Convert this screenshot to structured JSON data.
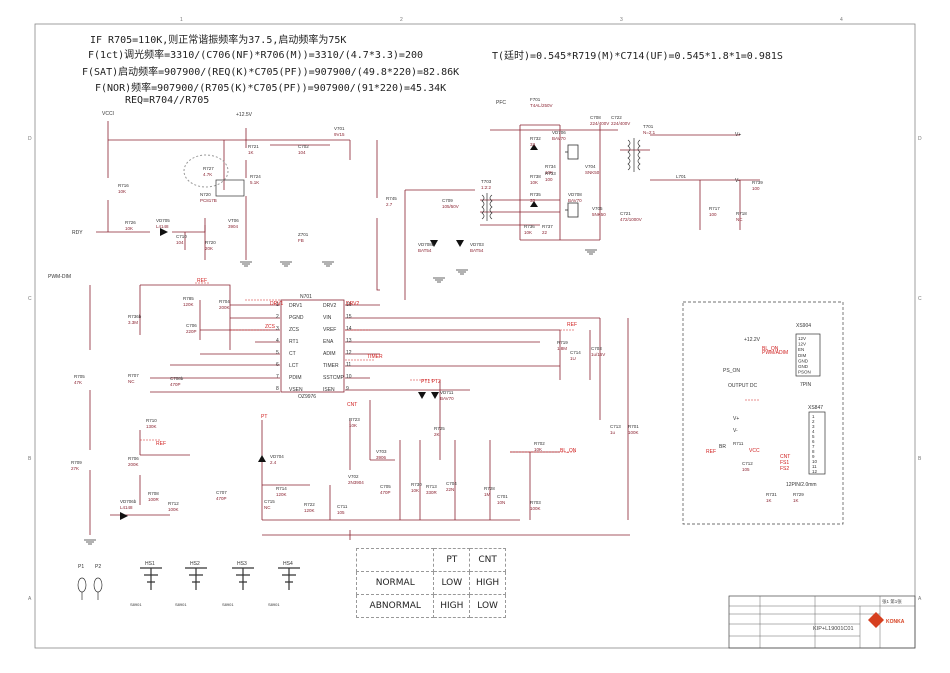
{
  "notes": {
    "if_line": "IF R705=110K,则正常谐振频率为37.5,启动频率为75K",
    "f1ct": "F(1ct)调光频率=3310/(C706(NF)*R706(M))=3310/(4.7*3.3)=200",
    "fsat": "F(SAT)启动频率=907900/(REQ(K)*C705(PF))=907900/(49.8*220)=82.86K",
    "fnor": "F(NOR)频率=907900/(R705(K)*C705(PF))=907900/(91*220)=45.34K",
    "req": "REQ=R704//R705",
    "t_delay": "T(廷时)=0.545*R719(M)*C714(UF)=0.545*1.8*1=0.981S"
  },
  "ic": {
    "ref": "N701",
    "part": "OZ9976",
    "pins_left": [
      "DRV1",
      "PGND",
      "ZCS",
      "RT1",
      "CT",
      "LCT",
      "PDIM",
      "VSEN"
    ],
    "pins_right": [
      "DRV2",
      "VIN",
      "VREF",
      "ENA",
      "ADIM",
      "TIMER",
      "SSTCMP",
      "ISEN"
    ],
    "nums_left": [
      "1",
      "2",
      "3",
      "4",
      "5",
      "6",
      "7",
      "8"
    ],
    "nums_right": [
      "16",
      "15",
      "14",
      "13",
      "12",
      "11",
      "10",
      "9"
    ]
  },
  "connector_top": {
    "ref": "XS904",
    "pins": [
      "12V",
      "12V",
      "EN",
      "DIM",
      "GND",
      "GND",
      "PSON"
    ],
    "label": "7PIN"
  },
  "connector_bottom": {
    "ref": "XS847",
    "label": "12PIN/2.0mm",
    "pins": [
      "1",
      "2",
      "3",
      "4",
      "5",
      "6",
      "7",
      "8",
      "9",
      "10",
      "11",
      "12"
    ],
    "signals": [
      "CNT",
      "FS1",
      "FS2"
    ]
  },
  "output_label": "OUTPUT DC",
  "labels": {
    "vcc_top": "VCCI",
    "p12v": "+12.5V",
    "rdy": "RDY",
    "pwm_dim": "PWM-DIM",
    "pfc": "PFC",
    "ref": "REF",
    "zcs": "ZCS",
    "drv1": "DRV1",
    "drv2": "DRV2",
    "timer": "TIMER",
    "cnt": "CNT",
    "pt": "PT",
    "pts": "PT1  PT2",
    "bl_on": "BL_ON",
    "p12v_r": "+12.2V",
    "bl_on_r": "BL_ON",
    "pwm_r": "PWM/ADIM",
    "ps_on": "PS_ON",
    "vplus": "V+",
    "vminus": "V-",
    "br": "BR",
    "vcc_r": "VCC",
    "ref_r": "REF",
    "ctl_r": "CNT",
    "fs1": "FS1",
    "fs2": "FS2"
  },
  "components": [
    {
      "id": "R727",
      "v": "4.7K"
    },
    {
      "id": "R721",
      "v": "1K"
    },
    {
      "id": "C702",
      "v": "104"
    },
    {
      "id": "V701",
      "v": "9V15"
    },
    {
      "id": "R724",
      "v": "5.1K"
    },
    {
      "id": "N720",
      "v": "PC817B"
    },
    {
      "id": "VT06",
      "v": "3904"
    },
    {
      "id": "R716",
      "v": "10K"
    },
    {
      "id": "R726",
      "v": "10K"
    },
    {
      "id": "VD705",
      "v": "L4148"
    },
    {
      "id": "C710",
      "v": "104"
    },
    {
      "id": "R720",
      "v": "20K"
    },
    {
      "id": "Z701",
      "v": "FB"
    },
    {
      "id": "R745",
      "v": "2.7"
    },
    {
      "id": "F701",
      "v": "T4AL/250V"
    },
    {
      "id": "C708",
      "v": "224/400V"
    },
    {
      "id": "C722",
      "v": "224/400V"
    },
    {
      "id": "VD706",
      "v": "BAV70"
    },
    {
      "id": "R732",
      "v": "33"
    },
    {
      "id": "R734",
      "v": "10K"
    },
    {
      "id": "R733",
      "v": "100"
    },
    {
      "id": "V704",
      "v": "SNK50"
    },
    {
      "id": "R735",
      "v": "33"
    },
    {
      "id": "VD708",
      "v": "BAV70"
    },
    {
      "id": "R738",
      "v": "10K"
    },
    {
      "id": "R737",
      "v": "22"
    },
    {
      "id": "V705",
      "v": "5NK50"
    },
    {
      "id": "C721",
      "v": "472/1000V"
    },
    {
      "id": "R736",
      "v": "10K"
    },
    {
      "id": "T703",
      "v": "1:2:2"
    },
    {
      "id": "C709",
      "v": "105/50V"
    },
    {
      "id": "VD708b",
      "v": "BAT54"
    },
    {
      "id": "VD703",
      "v": "BAT54"
    },
    {
      "id": "T701",
      "v": "N=2:1"
    },
    {
      "id": "L701",
      "v": ""
    },
    {
      "id": "R739",
      "v": "100"
    },
    {
      "id": "R717",
      "v": "100"
    },
    {
      "id": "R718",
      "v": "NC"
    },
    {
      "id": "R785",
      "v": "120K"
    },
    {
      "id": "R704",
      "v": "200K"
    },
    {
      "id": "R736b",
      "v": "3.3M"
    },
    {
      "id": "C706",
      "v": "220P"
    },
    {
      "id": "R707",
      "v": "NC"
    },
    {
      "id": "C708b",
      "v": "470P"
    },
    {
      "id": "R705",
      "v": "47K"
    },
    {
      "id": "R719",
      "v": "1.8M"
    },
    {
      "id": "C714",
      "v": "1U"
    },
    {
      "id": "C703",
      "v": "1u/16V"
    },
    {
      "id": "R710",
      "v": "130K"
    },
    {
      "id": "R706",
      "v": "200K"
    },
    {
      "id": "R709",
      "v": "27K"
    },
    {
      "id": "VD704",
      "v": "2.4"
    },
    {
      "id": "R714",
      "v": "120K"
    },
    {
      "id": "C715",
      "v": "NC"
    },
    {
      "id": "R722",
      "v": "120K"
    },
    {
      "id": "C711",
      "v": "105"
    },
    {
      "id": "V702",
      "v": "2N3904"
    },
    {
      "id": "R723",
      "v": "10K"
    },
    {
      "id": "V703",
      "v": "3906"
    },
    {
      "id": "R725",
      "v": "2K"
    },
    {
      "id": "VD711",
      "v": "BAV70"
    },
    {
      "id": "C705",
      "v": "470P"
    },
    {
      "id": "R730",
      "v": "10K"
    },
    {
      "id": "R713",
      "v": "330R"
    },
    {
      "id": "C704",
      "v": "22N"
    },
    {
      "id": "R728",
      "v": "1M"
    },
    {
      "id": "C701",
      "v": "10N"
    },
    {
      "id": "R703",
      "v": "100K"
    },
    {
      "id": "R702",
      "v": "10K"
    },
    {
      "id": "C713",
      "v": "1u"
    },
    {
      "id": "R701",
      "v": "100K"
    },
    {
      "id": "R708",
      "v": "100R"
    },
    {
      "id": "R712",
      "v": "100K"
    },
    {
      "id": "C707",
      "v": "470P"
    },
    {
      "id": "VD706b",
      "v": "L4148"
    },
    {
      "id": "R711",
      "v": ""
    },
    {
      "id": "C712",
      "v": "105"
    },
    {
      "id": "R731",
      "v": "1K"
    },
    {
      "id": "R729",
      "v": "1K"
    }
  ],
  "lamps": [
    {
      "id": "P1"
    },
    {
      "id": "P2"
    },
    {
      "id": "HS1",
      "v": "S8901"
    },
    {
      "id": "HS2",
      "v": "S8901"
    },
    {
      "id": "HS3",
      "v": "S8901"
    },
    {
      "id": "HS4",
      "v": "S8901"
    }
  ],
  "table": {
    "headers": [
      "",
      "PT",
      "CNT"
    ],
    "rows": [
      [
        "NORMAL",
        "LOW",
        "HIGH"
      ],
      [
        "ABNORMAL",
        "HIGH",
        "LOW"
      ]
    ]
  },
  "title_block": {
    "code": "KIP+L19001C01",
    "brand": "KONKA",
    "sheet": "张1 第1张"
  },
  "colors": {
    "wire": "#8a2230",
    "ink": "#2a2a2a",
    "red": "#d02020",
    "brand": "#d63f1f",
    "frame": "#777777"
  }
}
